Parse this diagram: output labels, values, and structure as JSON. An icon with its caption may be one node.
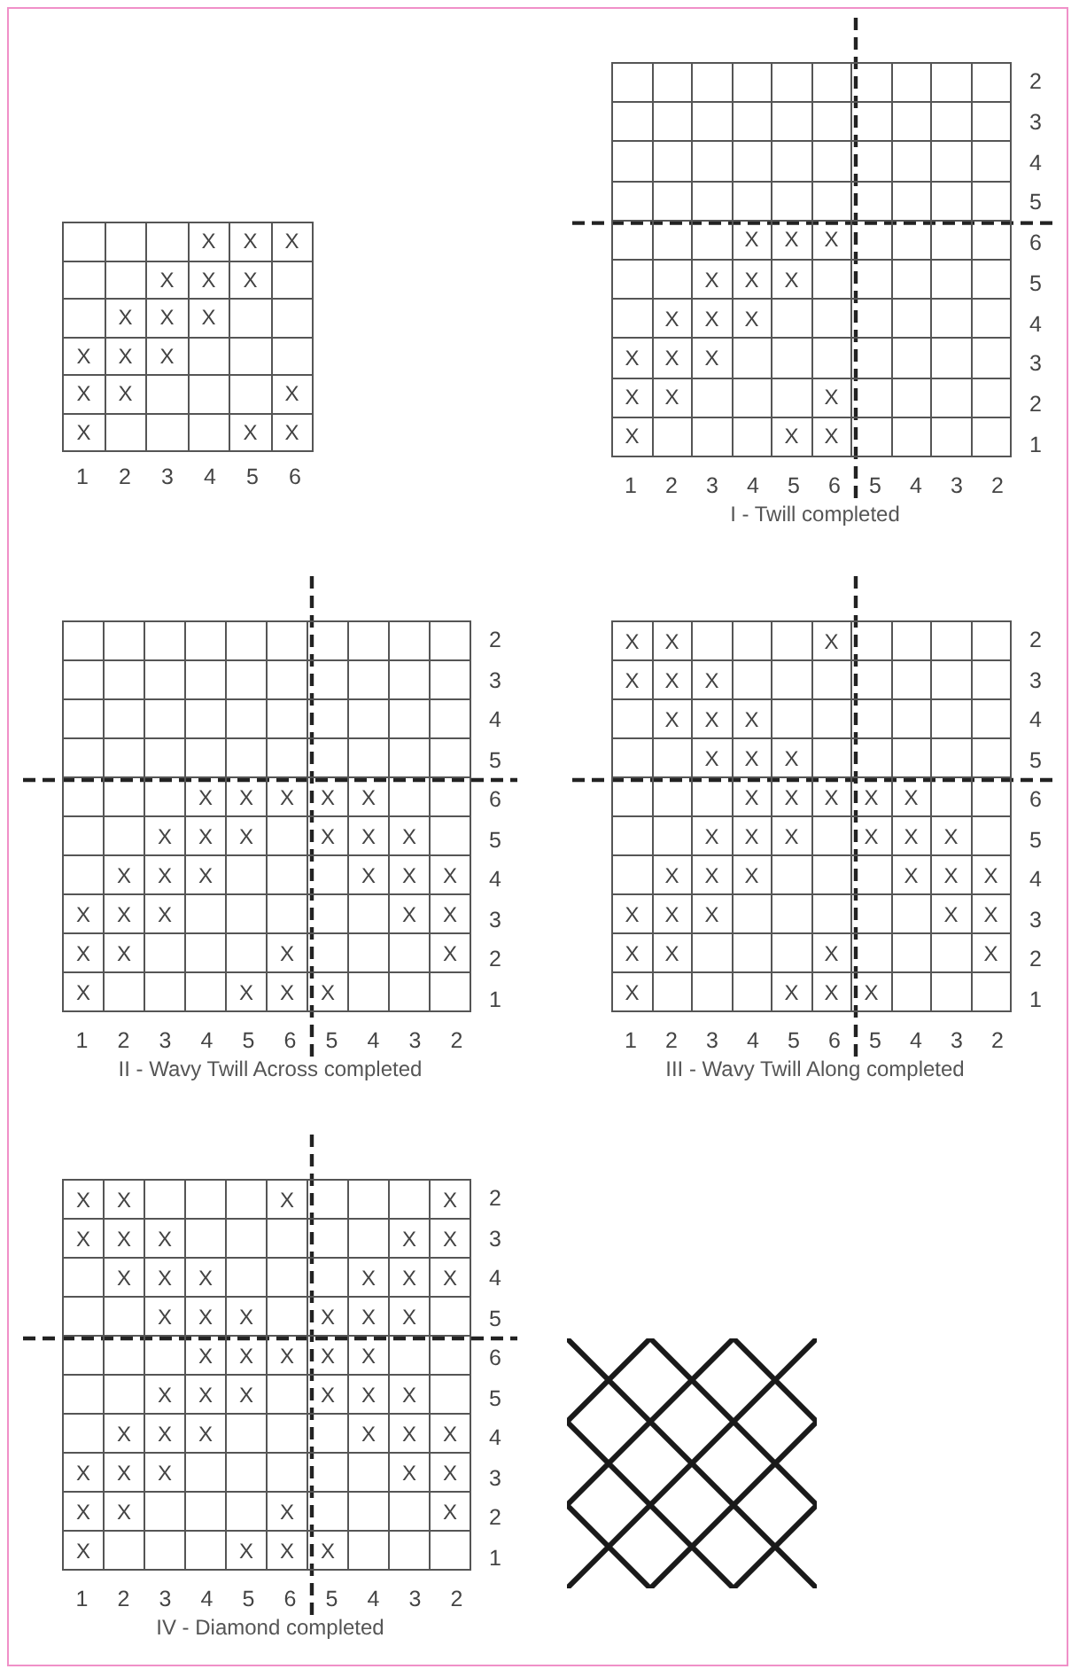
{
  "diagram": {
    "labels": [
      "X",
      "X",
      "X",
      "X",
      "X",
      "X",
      "X",
      "X",
      "X",
      "X",
      "X",
      "X",
      "X",
      "X",
      "X",
      "X",
      "X",
      "X",
      "1",
      "2",
      "3",
      "4",
      "5",
      "6",
      "2",
      "3",
      "4",
      "5",
      "X",
      "X",
      "X",
      "6",
      "X",
      "X",
      "X",
      "5",
      "X",
      "X",
      "X",
      "4",
      "X",
      "X",
      "X",
      "3",
      "X",
      "X",
      "X",
      "2",
      "X",
      "X",
      "X",
      "1",
      "1",
      "2",
      "3",
      "4",
      "5",
      "6",
      "5",
      "4",
      "3",
      "2",
      "I - Twill completed",
      "2",
      "3",
      "4",
      "5",
      "X",
      "X",
      "X",
      "X",
      "X",
      "6",
      "X",
      "X",
      "X",
      "X",
      "X",
      "X",
      "5",
      "X",
      "X",
      "X",
      "X",
      "X",
      "X",
      "4",
      "X",
      "X",
      "X",
      "X",
      "X",
      "3",
      "X",
      "X",
      "X",
      "X",
      "2",
      "X",
      "X",
      "X",
      "X",
      "1",
      "1",
      "2",
      "3",
      "4",
      "5",
      "6",
      "5",
      "4",
      "3",
      "2",
      "II - Wavy Twill Across completed",
      "X",
      "X",
      "X",
      "2",
      "X",
      "X",
      "X",
      "3",
      "X",
      "X",
      "X",
      "4",
      "X",
      "X",
      "X",
      "5",
      "X",
      "X",
      "X",
      "X",
      "X",
      "6",
      "X",
      "X",
      "X",
      "X",
      "X",
      "X",
      "5",
      "X",
      "X",
      "X",
      "X",
      "X",
      "X",
      "4",
      "X",
      "X",
      "X",
      "X",
      "X",
      "3",
      "X",
      "X",
      "X",
      "X",
      "2",
      "X",
      "X",
      "X",
      "X",
      "1",
      "1",
      "2",
      "3",
      "4",
      "5",
      "6",
      "5",
      "4",
      "3",
      "2",
      "III - Wavy Twill Along completed",
      "X",
      "X",
      "X",
      "X",
      "2",
      "X",
      "X",
      "X",
      "X",
      "X",
      "3",
      "X",
      "X",
      "X",
      "X",
      "X",
      "X",
      "4",
      "X",
      "X",
      "X",
      "X",
      "X",
      "X",
      "5",
      "X",
      "X",
      "X",
      "X",
      "X",
      "6",
      "X",
      "X",
      "X",
      "X",
      "X",
      "X",
      "5",
      "X",
      "X",
      "X",
      "X",
      "X",
      "X",
      "4",
      "X",
      "X",
      "X",
      "X",
      "X",
      "3",
      "X",
      "X",
      "X",
      "X",
      "2",
      "X",
      "X",
      "X",
      "X",
      "1",
      "1",
      "2",
      "3",
      "4",
      "5",
      "6",
      "5",
      "4",
      "3",
      "2",
      "IV - Diamond completed"
    ]
  }
}
